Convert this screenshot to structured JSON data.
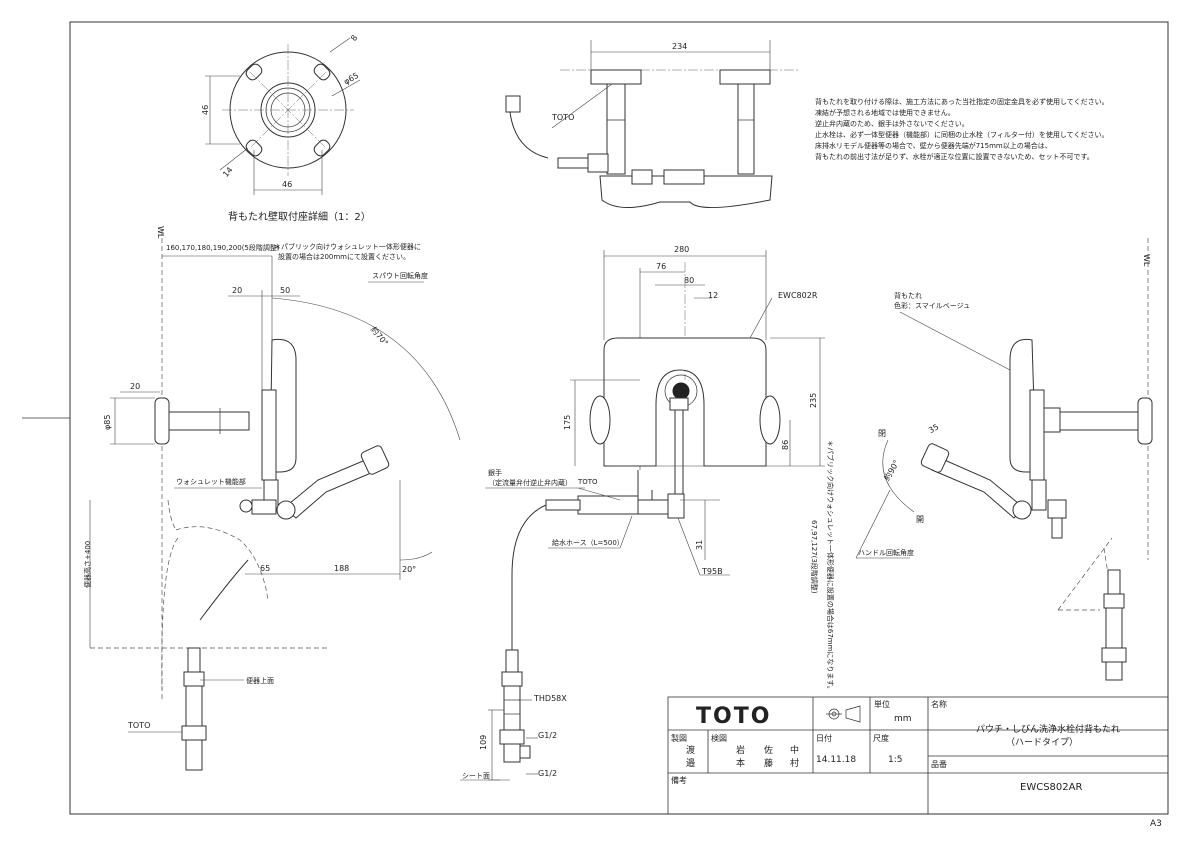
{
  "sheet": {
    "size": "A3"
  },
  "notes": {
    "lines": [
      "背もたれを取り付ける際は、施工方法にあった当社指定の固定金具を必ず使用してください。",
      "凍結が予想される地域では使用できません。",
      "逆止弁内蔵のため、銀手は外さないでください。",
      "止水栓は、必ず一体型便器（機能部）に同梱の止水栓（フィルター付）を使用してください。",
      "床排水リモデル便器等の場合で、壁から便器先端が715mm以上の場合は、",
      "背もたれの前出寸法が足りず、水栓が適正な位置に設置できないため、セット不可です。"
    ]
  },
  "detail_view": {
    "title": "背もたれ壁取付座詳細（1：2）",
    "dims": {
      "phi65": "φ65",
      "d8": "8",
      "d46v": "46",
      "d46h": "46",
      "d14": "14"
    }
  },
  "top_view": {
    "dim_234": "234",
    "toto_label": "TOTO"
  },
  "front_view": {
    "ewc_label": "EWC802R",
    "dims": {
      "d280": "280",
      "d76": "76",
      "d80": "80",
      "d12": "12",
      "d175": "175",
      "d235": "235",
      "d86": "86",
      "d31": "31"
    },
    "labels": {
      "handle": "銀手",
      "handle_sub": "（定流量弁付逆止弁内蔵）",
      "toto": "TOTO",
      "hose": "給水ホース（L=500）",
      "t95b": "T95B",
      "thd58x": "THD58X",
      "g1": "G1/2",
      "g2": "G1/2",
      "seat": "シート面",
      "d109": "109",
      "vertical_note": "＊パブリック向けウォシュレット一体形便器に設置の場合は67mmになります。",
      "vertical_dims": "67,97,127(3段階調整)"
    }
  },
  "side_view": {
    "wl": "WL",
    "public_note_1": "＊パブリック向けウォシュレット一体形便器に",
    "public_note_2": "設置の場合は200mmにて設置ください。",
    "dims_row": "160,170,180,190,200(5段階調整)",
    "spout_angle": "スパウト回転角度",
    "angle70": "約70°",
    "d20top": "20",
    "d50": "50",
    "d20": "20",
    "phi85": "φ85",
    "washlet": "ウォシュレット機能部",
    "bowl_height": "便器高さ+400",
    "d65": "65",
    "d188": "188",
    "angle20": "20°",
    "bowl_top": "便器上面",
    "toto": "TOTO"
  },
  "right_view": {
    "wl": "WL",
    "backrest_1": "背もたれ",
    "backrest_2": "色彩：スマイルベージュ",
    "close": "閉",
    "open": "開",
    "d35": "35",
    "angle90": "約90°",
    "handle_angle": "ハンドル回転角度"
  },
  "title_block": {
    "logo": "TOTO",
    "unit_label": "単位",
    "unit_value": "mm",
    "name_label": "名称",
    "name_line1": "パウチ・しびん洗浄水栓付背もたれ",
    "name_line2": "（ハードタイプ）",
    "drawn_label": "製図",
    "drawn_1": "渡",
    "drawn_2": "邉",
    "checked_label": "検図",
    "checked_1a": "岩",
    "checked_1b": "本",
    "checked_2a": "佐",
    "checked_2b": "藤",
    "checked_3a": "中",
    "checked_3b": "村",
    "date_label": "日付",
    "date_value": "14.11.18",
    "scale_label": "尺度",
    "scale_value": "1:5",
    "part_label": "品番",
    "part_value": "EWCS802AR",
    "remarks_label": "備考"
  }
}
